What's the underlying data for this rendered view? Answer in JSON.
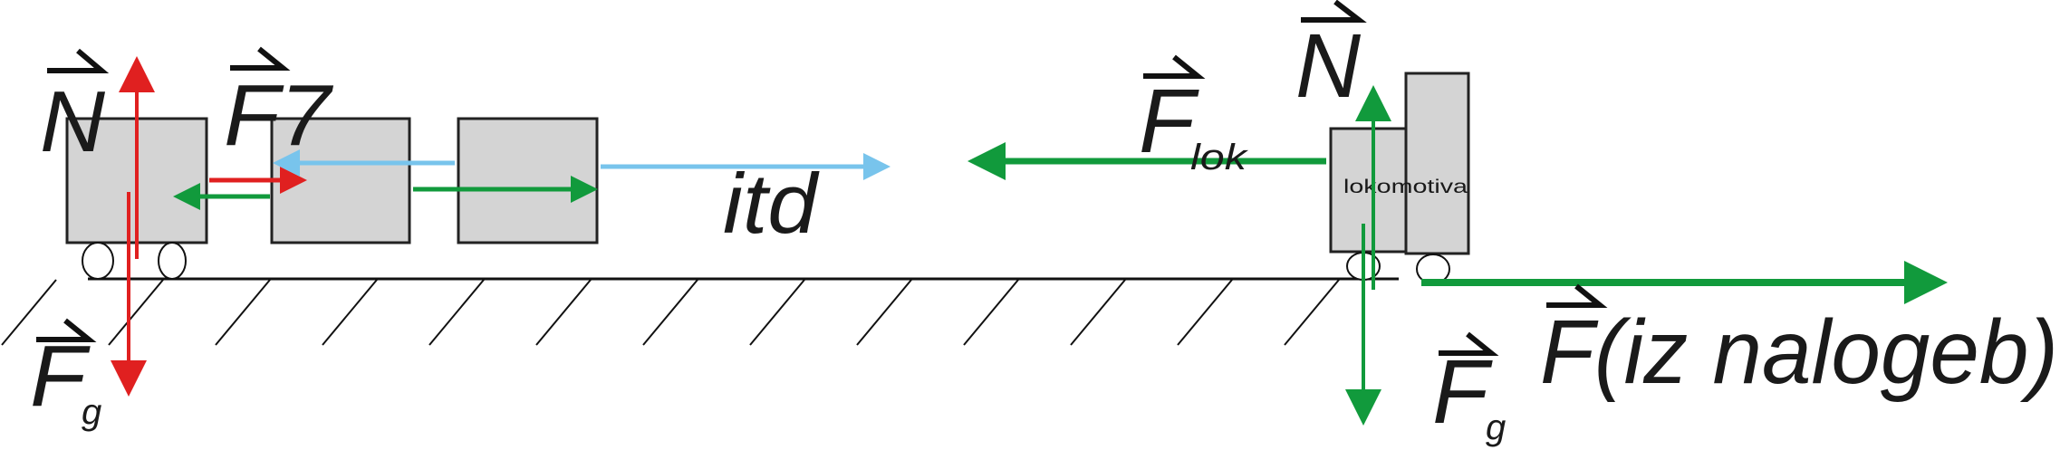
{
  "labels": {
    "normal_left": "N",
    "force_7": "F7",
    "etc": "itd",
    "gravity_left": "F",
    "gravity_left_sub": "g",
    "locomotive_force": "F",
    "locomotive_force_sub": "lok",
    "normal_right": "N",
    "gravity_right": "F",
    "gravity_right_sub": "g",
    "ground_force": "F(iz nalogeb)",
    "locomotive": "lokomotiva"
  },
  "colors": {
    "red": "#e02020",
    "green": "#119a3c",
    "light_blue": "#78c4ec",
    "box_fill": "#d4d4d4"
  }
}
